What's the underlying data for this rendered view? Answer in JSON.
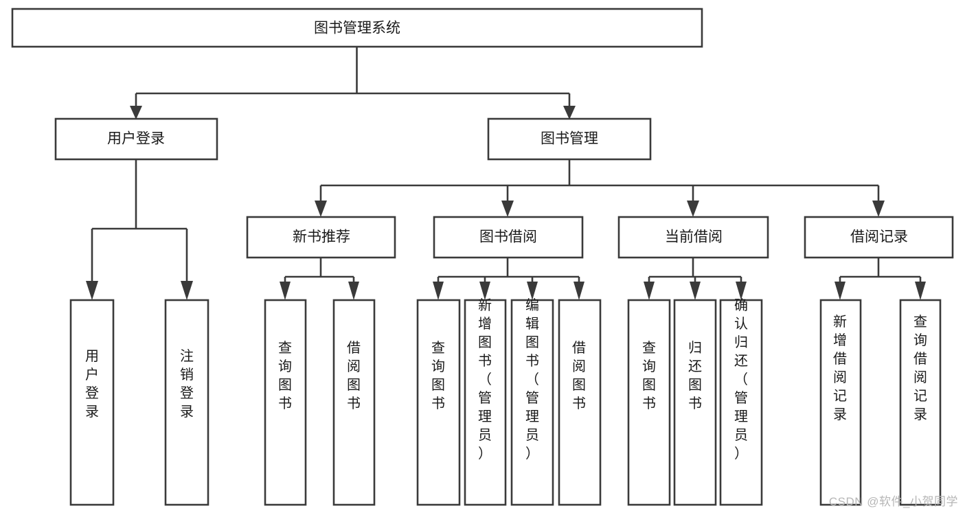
{
  "diagram": {
    "title": "图书管理系统",
    "type": "tree-hierarchy",
    "orientation": "top-down",
    "colors": {
      "box_fill": "#ffffff",
      "box_stroke": "#3a3a3a",
      "text": "#1a1a1a",
      "background": "#ffffff",
      "watermark": "#b6b6b6"
    }
  },
  "root": {
    "label": "图书管理系统",
    "level": 0
  },
  "level1": [
    {
      "label": "用户登录",
      "level": 1
    },
    {
      "label": "图书管理",
      "level": 1
    }
  ],
  "level2": [
    {
      "label": "新书推荐",
      "level": 2,
      "parent": "图书管理"
    },
    {
      "label": "图书借阅",
      "level": 2,
      "parent": "图书管理"
    },
    {
      "label": "当前借阅",
      "level": 2,
      "parent": "图书管理"
    },
    {
      "label": "借阅记录",
      "level": 2,
      "parent": "图书管理"
    }
  ],
  "leaves": {
    "user_login": [
      {
        "label": "用户登录",
        "parent": "用户登录"
      },
      {
        "label": "注销登录",
        "parent": "用户登录"
      }
    ],
    "new_book_recommend": [
      {
        "label": "查询图书",
        "parent": "新书推荐"
      },
      {
        "label": "借阅图书",
        "parent": "新书推荐"
      }
    ],
    "book_borrow": [
      {
        "label": "查询图书",
        "parent": "图书借阅"
      },
      {
        "label": "新增图书（管理员）",
        "parent": "图书借阅"
      },
      {
        "label": "编辑图书（管理员）",
        "parent": "图书借阅"
      },
      {
        "label": "借阅图书",
        "parent": "图书借阅"
      }
    ],
    "current_borrow": [
      {
        "label": "查询图书",
        "parent": "当前借阅"
      },
      {
        "label": "归还图书",
        "parent": "当前借阅"
      },
      {
        "label": "确认归还（管理员）",
        "parent": "当前借阅"
      }
    ],
    "borrow_record": [
      {
        "label": "新增借阅记录",
        "parent": "借阅记录"
      },
      {
        "label": "查询借阅记录",
        "parent": "借阅记录"
      }
    ]
  },
  "watermark": {
    "text": "CSDN @软件_小贺同学"
  }
}
